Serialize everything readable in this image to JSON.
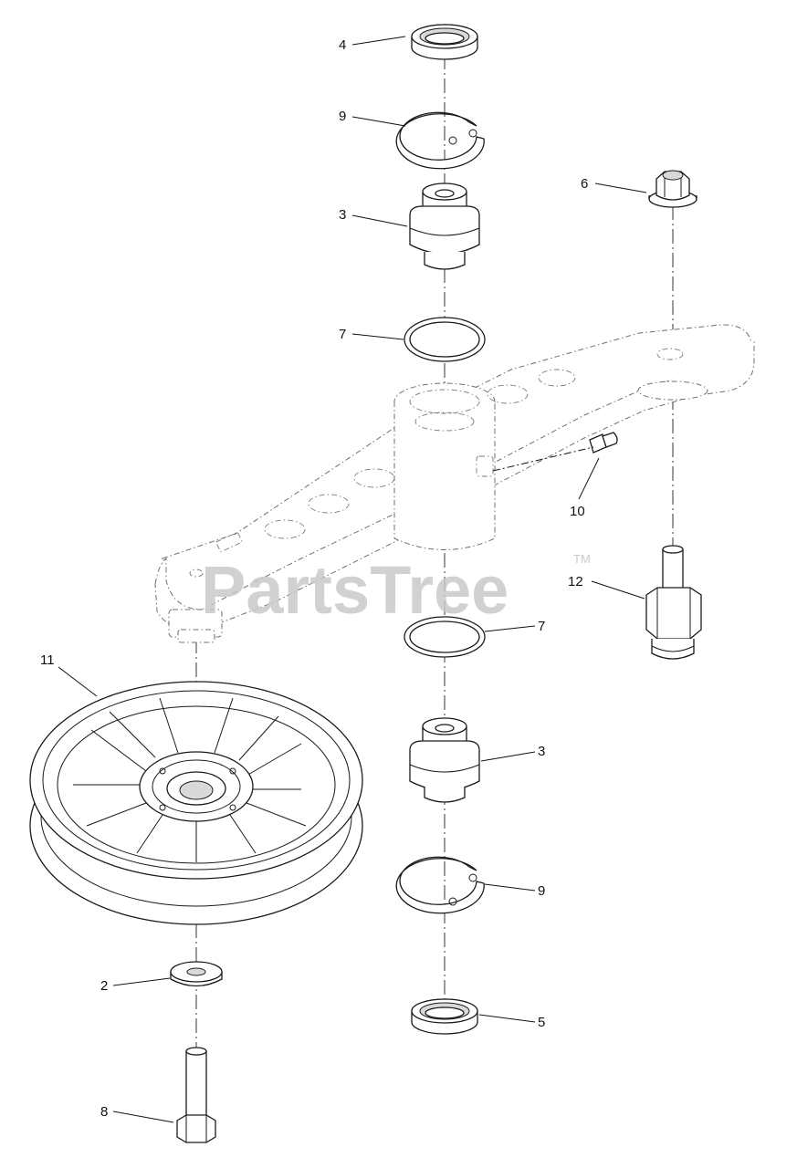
{
  "watermark": {
    "text": "PartsTree",
    "trademark": "TM"
  },
  "callouts": [
    {
      "id": "c4-top",
      "label": "4"
    },
    {
      "id": "c9-top",
      "label": "9"
    },
    {
      "id": "c3-top",
      "label": "3"
    },
    {
      "id": "c7-top",
      "label": "7"
    },
    {
      "id": "c6",
      "label": "6"
    },
    {
      "id": "c10",
      "label": "10"
    },
    {
      "id": "c12",
      "label": "12"
    },
    {
      "id": "c7-bottom",
      "label": "7"
    },
    {
      "id": "c11",
      "label": "11"
    },
    {
      "id": "c3-bottom",
      "label": "3"
    },
    {
      "id": "c9-bottom",
      "label": "9"
    },
    {
      "id": "c2",
      "label": "2"
    },
    {
      "id": "c5",
      "label": "5"
    },
    {
      "id": "c8",
      "label": "8"
    }
  ]
}
